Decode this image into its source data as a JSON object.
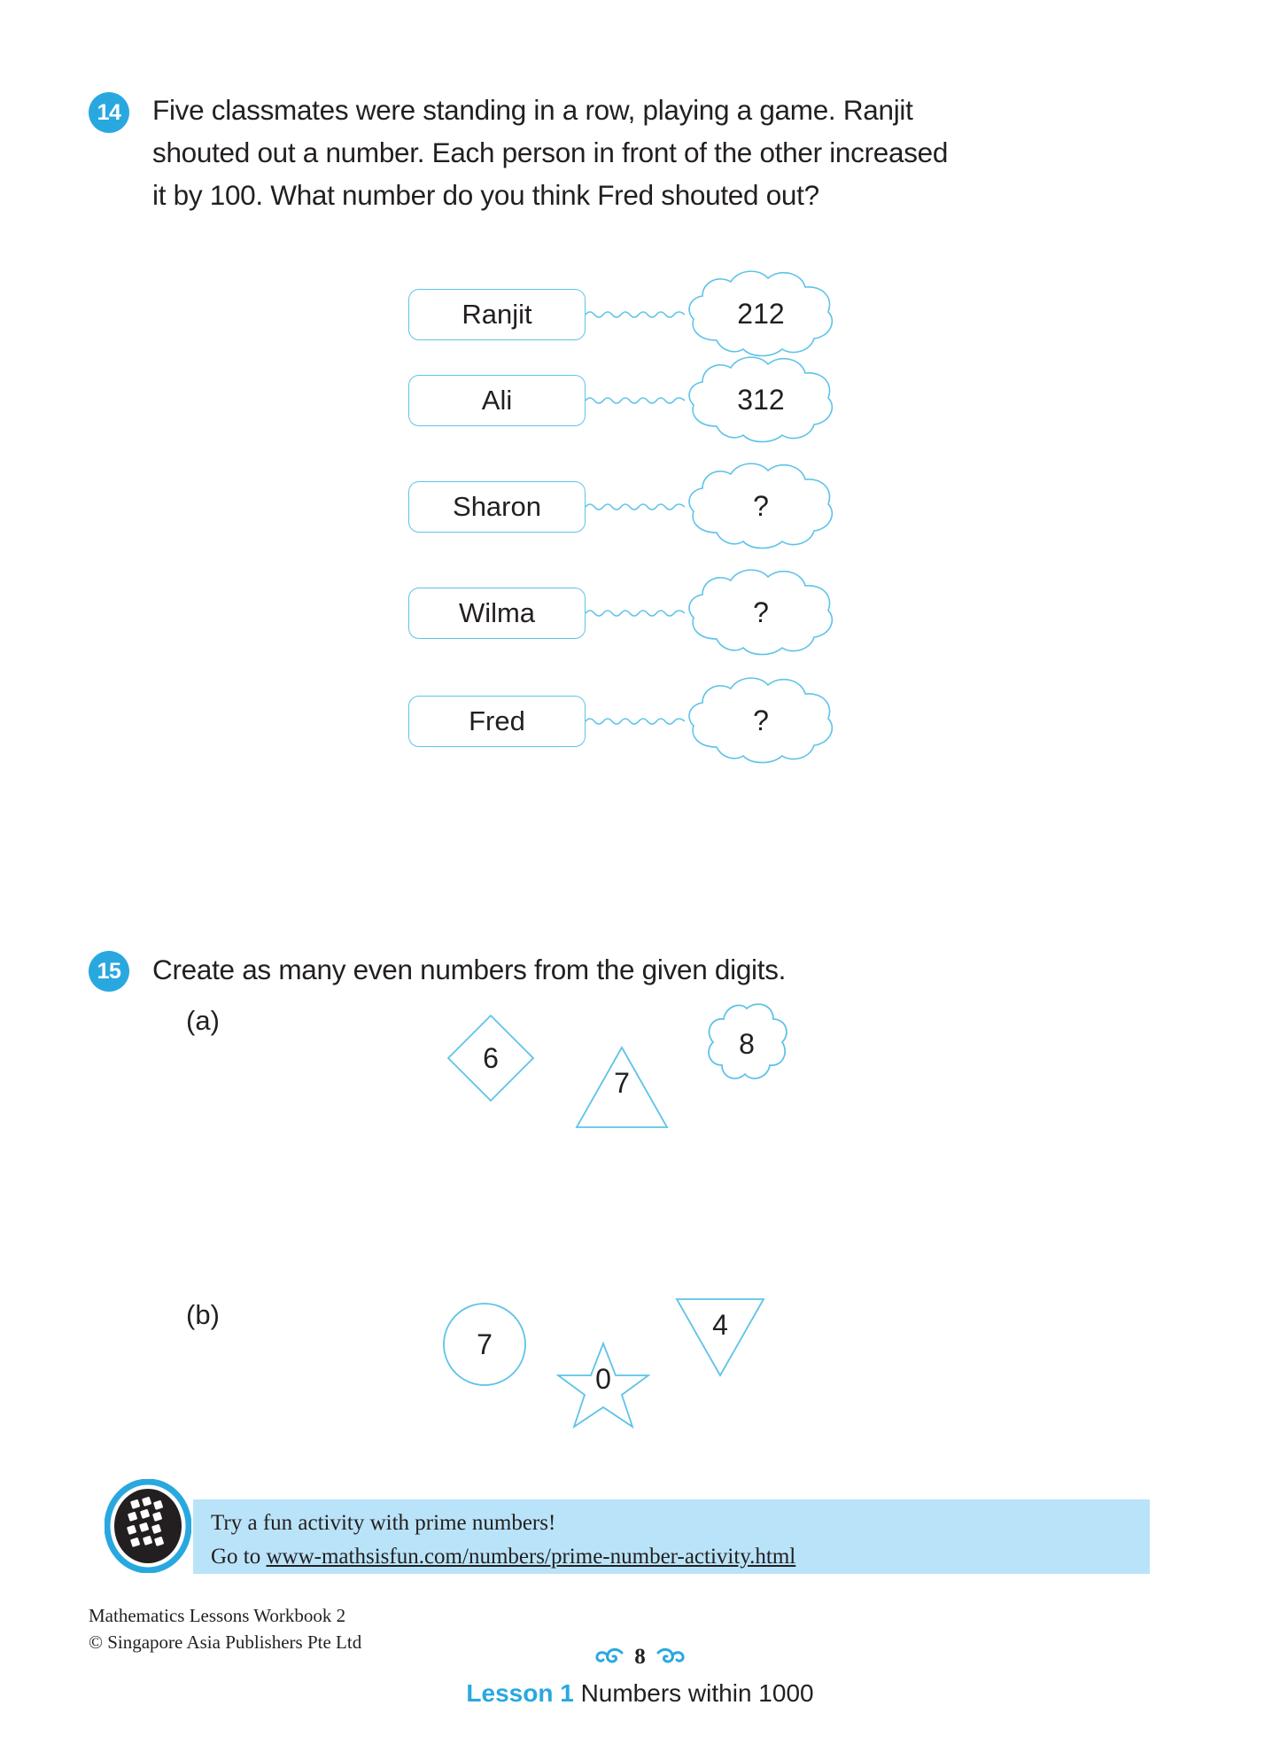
{
  "page": {
    "number": "8",
    "footer_title": "Mathematics Lessons Workbook 2",
    "footer_copyright": "© Singapore Asia Publishers Pte Ltd",
    "lesson_tag": "Lesson 1",
    "lesson_title": "Numbers within 1000"
  },
  "colors": {
    "accent_blue": "#29a8e0",
    "shape_outline": "#5ec3e8",
    "strip_blue": "#b9e3f8",
    "text": "#231f20"
  },
  "question14": {
    "number": "14",
    "line1": "Five classmates were standing in a row, playing a game. Ranjit",
    "line2": "shouted out a number. Each person in front of the other increased",
    "line3": "it by 100. What number do you think Fred shouted out?",
    "rows": [
      {
        "name": "Ranjit",
        "value": "212"
      },
      {
        "name": "Ali",
        "value": "312"
      },
      {
        "name": "Sharon",
        "value": "?"
      },
      {
        "name": "Wilma",
        "value": "?"
      },
      {
        "name": "Fred",
        "value": "?"
      }
    ]
  },
  "question15": {
    "number": "15",
    "prompt": "Create as many even numbers from the given digits.",
    "parts": [
      {
        "label": "(a)",
        "shapes": [
          {
            "shape": "diamond",
            "digit": "6"
          },
          {
            "shape": "triangle-up",
            "digit": "7"
          },
          {
            "shape": "flower",
            "digit": "8"
          }
        ]
      },
      {
        "label": "(b)",
        "shapes": [
          {
            "shape": "circle",
            "digit": "7"
          },
          {
            "shape": "star",
            "digit": "0"
          },
          {
            "shape": "triangle-down",
            "digit": "4"
          }
        ]
      }
    ]
  },
  "activity": {
    "line1": "Try a fun activity with prime numbers!",
    "line2_prefix": "Go to ",
    "link": "www-mathsisfun.com/numbers/prime-number-activity.html",
    "icon": "computer-mouse-icon"
  }
}
